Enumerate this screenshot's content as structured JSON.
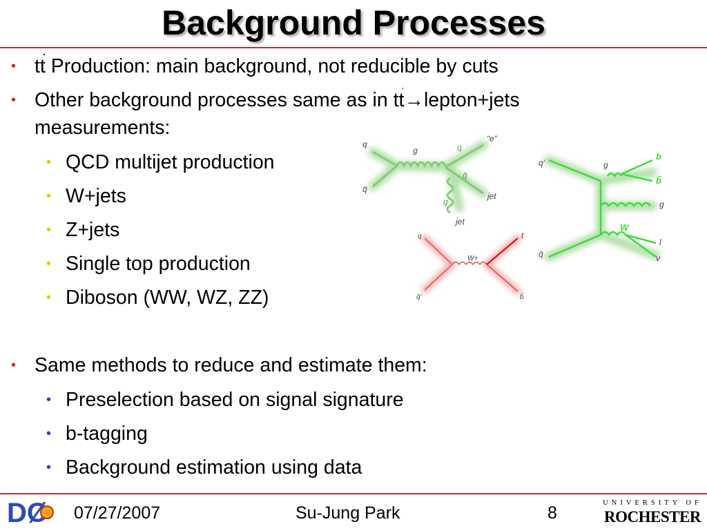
{
  "slide": {
    "title": "Background Processes",
    "bullets": {
      "b1_t": "t",
      "b1_tbar": "t",
      "b1_rest": " Production: main background, not reducible by cuts",
      "b2_pre": "Other background processes same as in t",
      "b2_tbar": "t",
      "b2_post": "→lepton+jets",
      "b2_line2": "measurements:",
      "sub1": [
        "QCD multijet production",
        "W+jets",
        "Z+jets",
        "Single top production",
        "Diboson (WW, WZ, ZZ)"
      ],
      "b3": "Same methods to reduce and estimate them:",
      "sub2": [
        "Preselection based on signal signature",
        "b-tagging",
        "Background estimation using data"
      ]
    },
    "diagrams": {
      "d1": {
        "q": "q",
        "qbar": "q̄",
        "g": "g",
        "q2": "q",
        "e": "“e”",
        "qbar2": "q̄",
        "jet1": "jet",
        "g2": "g",
        "jet2": "jet"
      },
      "d2": {
        "qp": "q'",
        "g": "g",
        "b": "b",
        "bbar": "b̄",
        "g2": "g",
        "W": "W",
        "l": "l",
        "nu": "ν",
        "qbar": "q̄"
      },
      "d3": {
        "q": "q",
        "qbarp": "q̄'",
        "W": "W+",
        "t": "t",
        "bbar": "b̄"
      }
    },
    "footer": {
      "logo": "DØ",
      "date": "07/27/2007",
      "author": "Su-Jung Park",
      "page": "8",
      "univ_top": "UNIVERSITY OF",
      "univ_name": "ROCHESTER"
    }
  }
}
